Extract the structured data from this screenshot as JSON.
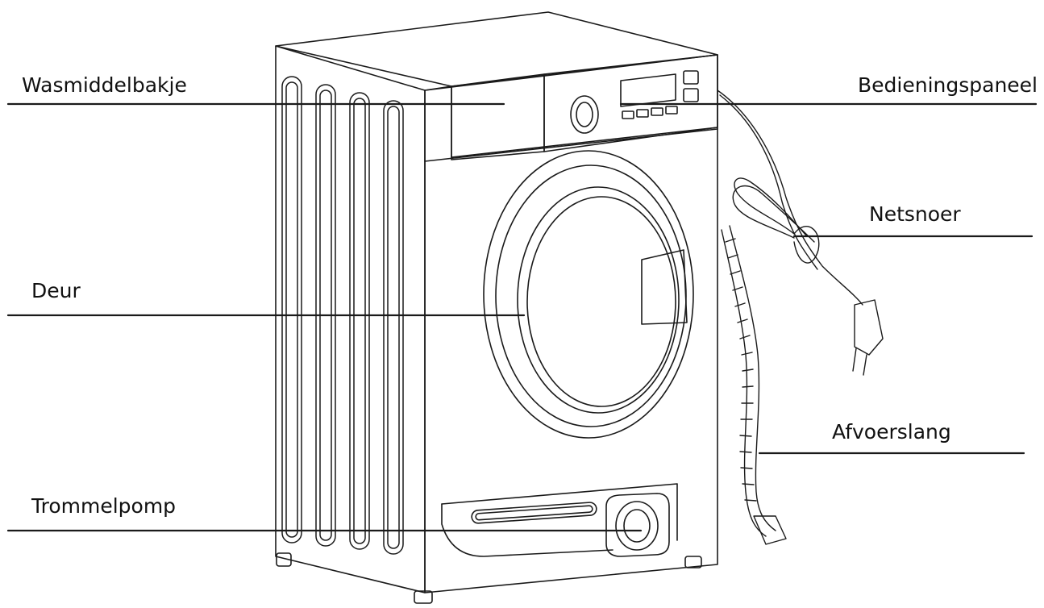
{
  "labels": {
    "wasmiddelbakje": "Wasmiddelbakje",
    "bedieningspaneel": "Bedieningspaneel",
    "netsnoer": "Netsnoer",
    "deur": "Deur",
    "afvoerslang": "Afvoerslang",
    "trommelpomp": "Trommelpomp"
  },
  "colors": {
    "stroke": "#1a1a1a",
    "background": "#ffffff"
  }
}
